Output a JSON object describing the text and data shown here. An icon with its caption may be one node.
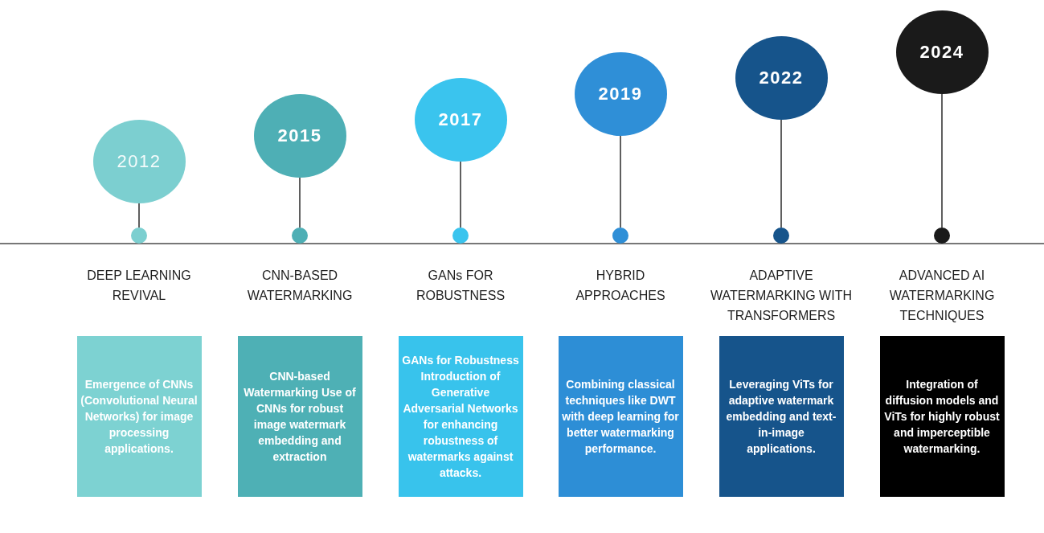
{
  "diagram": {
    "nodes": [
      {
        "text": [
          "2012"
        ]
      },
      {
        "text": [
          "2015"
        ]
      },
      {
        "text": [
          "2017"
        ]
      },
      {
        "text": [
          "2019"
        ]
      },
      {
        "text": [
          "2022"
        ]
      },
      {
        "text": [
          "2024"
        ]
      },
      {
        "text": [],
        "shape": "circle"
      },
      {
        "text": [],
        "shape": "circle"
      },
      {
        "text": [],
        "shape": "circle"
      },
      {
        "text": [],
        "shape": "circle"
      },
      {
        "text": [],
        "shape": "circle"
      },
      {
        "text": [],
        "shape": "circle"
      },
      {
        "text": [
          "DEEP LEARNING REVIVAL",
          "Emergence of CNNs (Convolutional Neural Networks) for image processing applications."
        ]
      },
      {
        "text": [
          "CNN-BASED WATERMARKING",
          "CNN-based Watermarking Use of CNNs for robust image watermark embedding and extraction"
        ]
      },
      {
        "text": [
          "GANs FOR ROBUSTNESS",
          "GANs for Robustness Introduction of Generative Adversarial Networks for enhancing robustness of watermarks against attacks."
        ]
      },
      {
        "text": [
          "HYBRID APPROACHES",
          "Combining classical techniques like DWT with deep learning for better watermarking performance."
        ]
      },
      {
        "text": [
          "ADAPTIVE WATERMARKING WITH TRANSFORMERS",
          "Leveraging ViTs for adaptive watermark embedding and text-in-image applications."
        ]
      },
      {
        "text": [
          "ADVANCED AI WATERMARKING TECHNIQUES",
          "Integration of diffusion models and ViTs for highly robust and imperceptible watermarking."
        ]
      }
    ],
    "edges": [
      {
        "from": 0,
        "to": 6,
        "arrow": "none"
      },
      {
        "from": 1,
        "to": 7,
        "arrow": "none"
      },
      {
        "from": 2,
        "to": 8,
        "arrow": "none"
      },
      {
        "from": 3,
        "to": 9,
        "arrow": "none"
      },
      {
        "from": 4,
        "to": 10,
        "arrow": "none"
      },
      {
        "from": 5,
        "to": 11,
        "arrow": "none"
      }
    ]
  }
}
